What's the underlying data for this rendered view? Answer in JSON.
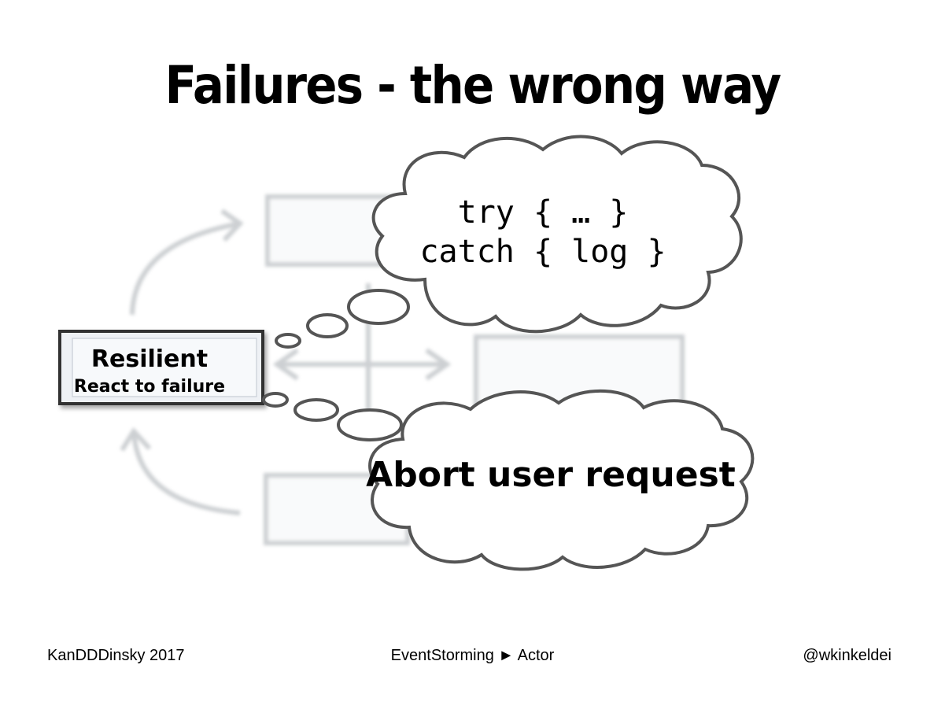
{
  "slide": {
    "title": "Failures - the wrong way"
  },
  "diagram": {
    "actor_box": {
      "heading": "Resilient",
      "subheading": "React to failure"
    },
    "thought_top": {
      "lines": [
        "try { … }",
        "catch { log }"
      ]
    },
    "thought_bottom": {
      "text": "Abort user request"
    }
  },
  "footer": {
    "left": "KanDDDinsky 2017",
    "center": "EventStorming ► Actor",
    "right": "@wkinkeldei"
  }
}
